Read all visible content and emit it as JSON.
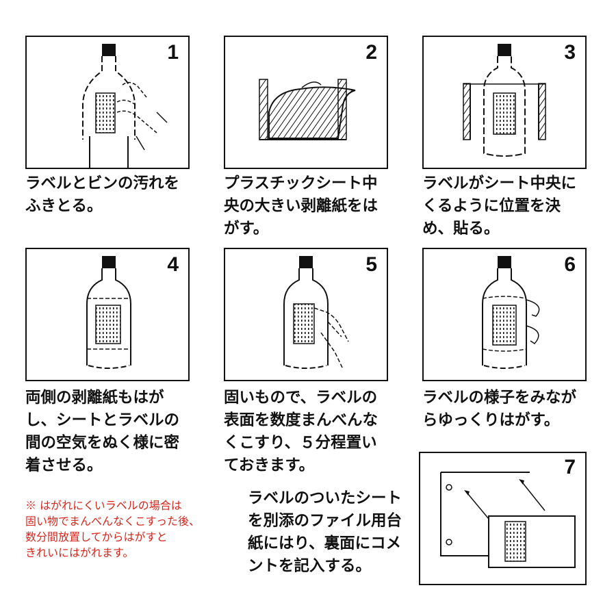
{
  "steps": [
    {
      "num": "1",
      "lines": [
        "ラベルとビンの汚れを",
        "ふきとる。"
      ]
    },
    {
      "num": "2",
      "lines": [
        "プラスチックシート中",
        "央の大きい剥離紙をは",
        "がす。"
      ]
    },
    {
      "num": "3",
      "lines": [
        "ラベルがシート中央に",
        "くるように位置を決",
        "め、貼る。"
      ]
    },
    {
      "num": "4",
      "lines": [
        "両側の剥離紙もはが",
        "し、シートとラベルの",
        "間の空気をぬく様に密",
        "着させる。"
      ]
    },
    {
      "num": "5",
      "lines": [
        "固いもので、ラベルの",
        "表面を数度まんべんな",
        "くこすり、５分程置い",
        "ておきます。"
      ]
    },
    {
      "num": "6",
      "lines": [
        "ラベルの様子をみなが",
        "らゆっくりはがす。"
      ]
    },
    {
      "num": "7",
      "lines": [
        "ラベルのついたシート",
        "を別添のファイル用台",
        "紙にはり、裏面にコメ",
        "ントを記入する。"
      ]
    }
  ],
  "note": {
    "color": "#d6261d",
    "lines": [
      "※ はがれにくいラベルの場合は",
      "固い物でまんべんなくこすった後、",
      "数分間放置してからはがすと",
      "きれいにはがれます。"
    ]
  }
}
